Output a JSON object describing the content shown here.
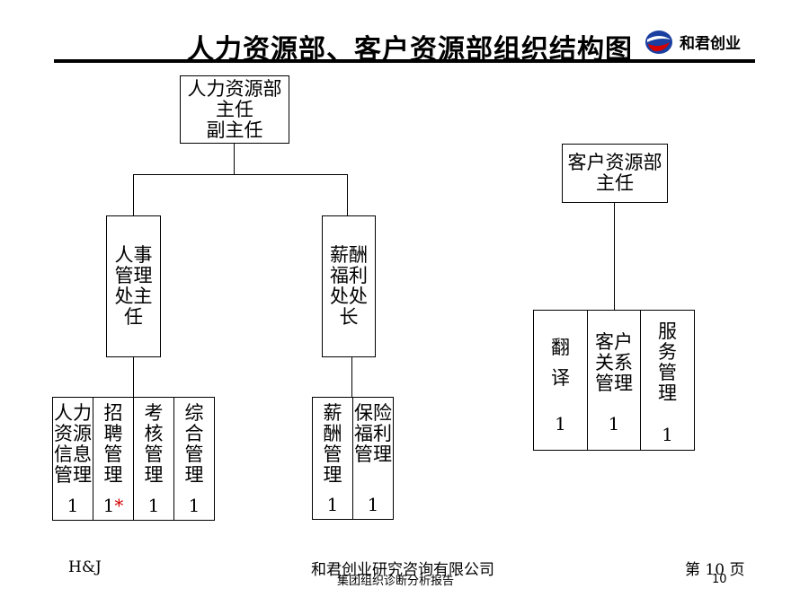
{
  "header": {
    "title": "人力资源部、客户资源部组织结构图",
    "logo_text": "和君创业",
    "colors": {
      "logo_red": "#d40000",
      "logo_blue": "#1a3fa0",
      "rule": "#000000"
    }
  },
  "hr_dept": {
    "top": {
      "line1": "人力资源部",
      "line2": "主任",
      "line3": "副主任"
    },
    "personnel": {
      "label": "人事管理处主任"
    },
    "salary": {
      "label": "薪酬福利处处长"
    },
    "personnel_units": [
      {
        "label": "人力资源信息管理",
        "count": "1",
        "star": ""
      },
      {
        "label": "招聘管理",
        "count": "1",
        "star": "*"
      },
      {
        "label": "考核管理",
        "count": "1",
        "star": ""
      },
      {
        "label": "综合管理",
        "count": "1",
        "star": ""
      }
    ],
    "salary_units": [
      {
        "label": "薪酬管理",
        "count": "1"
      },
      {
        "label": "保险福利管理",
        "count": "1"
      }
    ]
  },
  "client_dept": {
    "top": {
      "line1": "客户资源部",
      "line2": "主任"
    },
    "units": [
      {
        "label": "翻译",
        "count": "1"
      },
      {
        "label": "客户关系管理",
        "count": "1"
      },
      {
        "label": "服务管理",
        "count": "1"
      }
    ]
  },
  "footer": {
    "left": "H&J",
    "center": "和君创业研究咨询有限公司",
    "subtitle": "集团组织诊断分析报告",
    "page_label": "第 10 页",
    "page_number": "10"
  }
}
